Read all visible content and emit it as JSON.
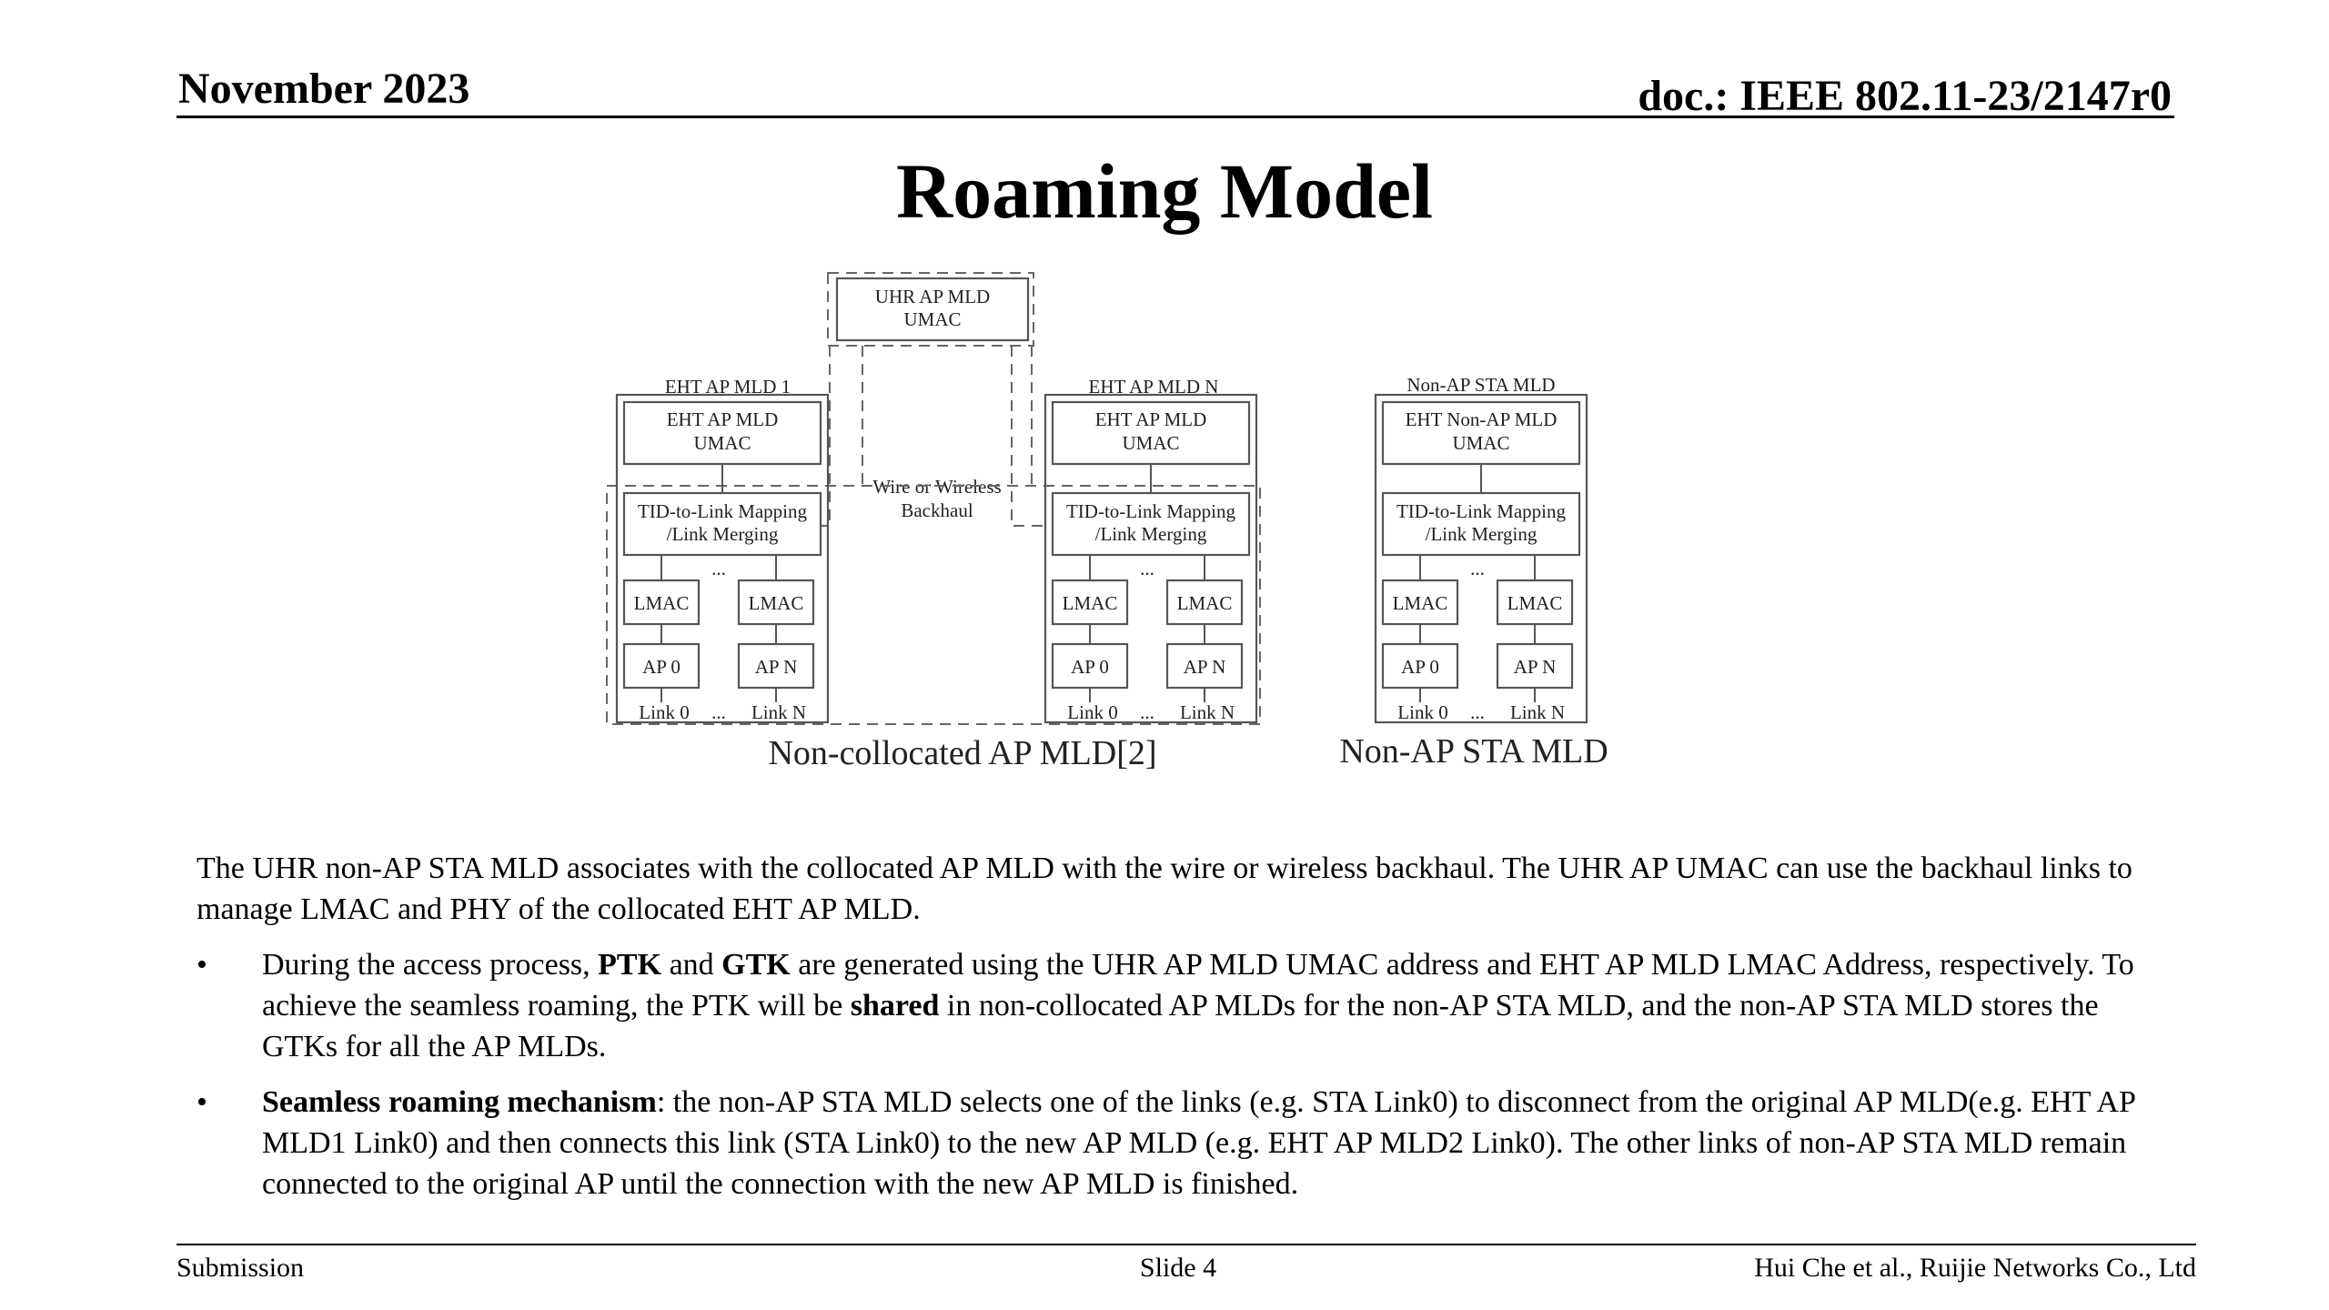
{
  "header": {
    "date": "November 2023",
    "doc": "doc.: IEEE 802.11-23/2147r0"
  },
  "title": "Roaming Model",
  "diagram": {
    "uhr_umac": [
      "UHR AP MLD",
      "UMAC"
    ],
    "backhaul": [
      "Wire or Wireless",
      "Backhaul"
    ],
    "mld1_label": "EHT AP MLD 1",
    "mldn_label": "EHT AP MLD N",
    "sta_label": "Non-AP STA MLD",
    "eht_umac": [
      "EHT AP MLD",
      "UMAC"
    ],
    "sta_umac": [
      "EHT Non-AP MLD",
      "UMAC"
    ],
    "tid": [
      "TID-to-Link Mapping",
      "/Link Merging"
    ],
    "lmac": "LMAC",
    "ap0": "AP 0",
    "apn": "AP N",
    "dots": "...",
    "link0": "Link 0",
    "linkn": "Link N",
    "caption_ap": "Non-collocated AP MLD[2]",
    "caption_sta": "Non-AP STA MLD"
  },
  "body": {
    "intro": "The UHR non-AP STA MLD associates with the collocated AP MLD with the wire or wireless backhaul. The UHR AP UMAC can use the backhaul links to manage LMAC and PHY of the collocated EHT AP MLD.",
    "bullet_char": "•",
    "b1_p1": "During the access process, ",
    "b1_ptk": "PTK",
    "b1_p2": " and ",
    "b1_gtk": "GTK",
    "b1_p3": " are generated using the UHR AP MLD UMAC address and EHT AP MLD LMAC Address, respectively. To achieve the seamless roaming, the PTK will be ",
    "b1_shared": "shared",
    "b1_p4": " in non-collocated AP MLDs for the non-AP STA MLD, and the non-AP STA MLD stores the GTKs for all the AP MLDs.",
    "b2_bold": "Seamless roaming mechanism",
    "b2_rest": ": the non-AP STA MLD selects one of the links (e.g. STA Link0) to disconnect from the original AP MLD(e.g. EHT AP MLD1 Link0) and then connects this link (STA Link0) to the new AP MLD (e.g. EHT AP MLD2 Link0). The other links of non-AP STA  MLD remain connected to the original AP until the connection with the new AP MLD is finished."
  },
  "footer": {
    "left": "Submission",
    "center": "Slide 4",
    "right": "Hui Che et al., Ruijie Networks Co., Ltd"
  }
}
